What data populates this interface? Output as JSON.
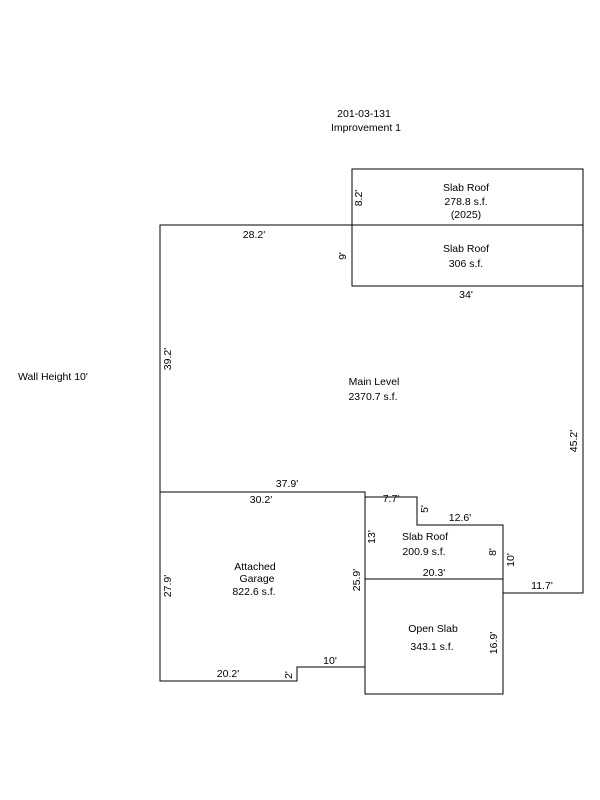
{
  "header": {
    "parcel_id": "201-03-131",
    "improvement": "Improvement 1"
  },
  "notes": {
    "wall_height": "Wall Height 10'"
  },
  "areas": {
    "slab_roof_top": {
      "name": "Slab Roof",
      "area": "278.8 s.f.",
      "year": "(2025)"
    },
    "slab_roof_mid": {
      "name": "Slab Roof",
      "area": "306 s.f."
    },
    "main_level": {
      "name": "Main Level",
      "area": "2370.7 s.f."
    },
    "garage": {
      "name_line1": "Attached",
      "name_line2": "Garage",
      "area": "822.6 s.f."
    },
    "slab_roof_small": {
      "name": "Slab Roof",
      "area": "200.9 s.f."
    },
    "open_slab": {
      "name": "Open Slab",
      "area": "343.1 s.f."
    }
  },
  "dimensions": {
    "top_slab_side": "8.2'",
    "main_top": "28.2'",
    "mid_slab_side": "9'",
    "mid_slab_bottom": "34'",
    "main_left": "39.2'",
    "main_right": "45.2'",
    "garage_top_outer": "37.9'",
    "garage_top_inner": "30.2'",
    "step_top": "7.7'",
    "step_drop": "5'",
    "small_top": "12.6'",
    "small_left": "13'",
    "small_right": "8'",
    "right_step": "10'",
    "small_bottom": "20.3'",
    "right_bottom": "11.7'",
    "garage_left": "27.9'",
    "garage_right": "25.9'",
    "garage_bottom": "20.2'",
    "notch_height": "2'",
    "notch_width": "10'",
    "open_slab_right": "16.9'"
  }
}
